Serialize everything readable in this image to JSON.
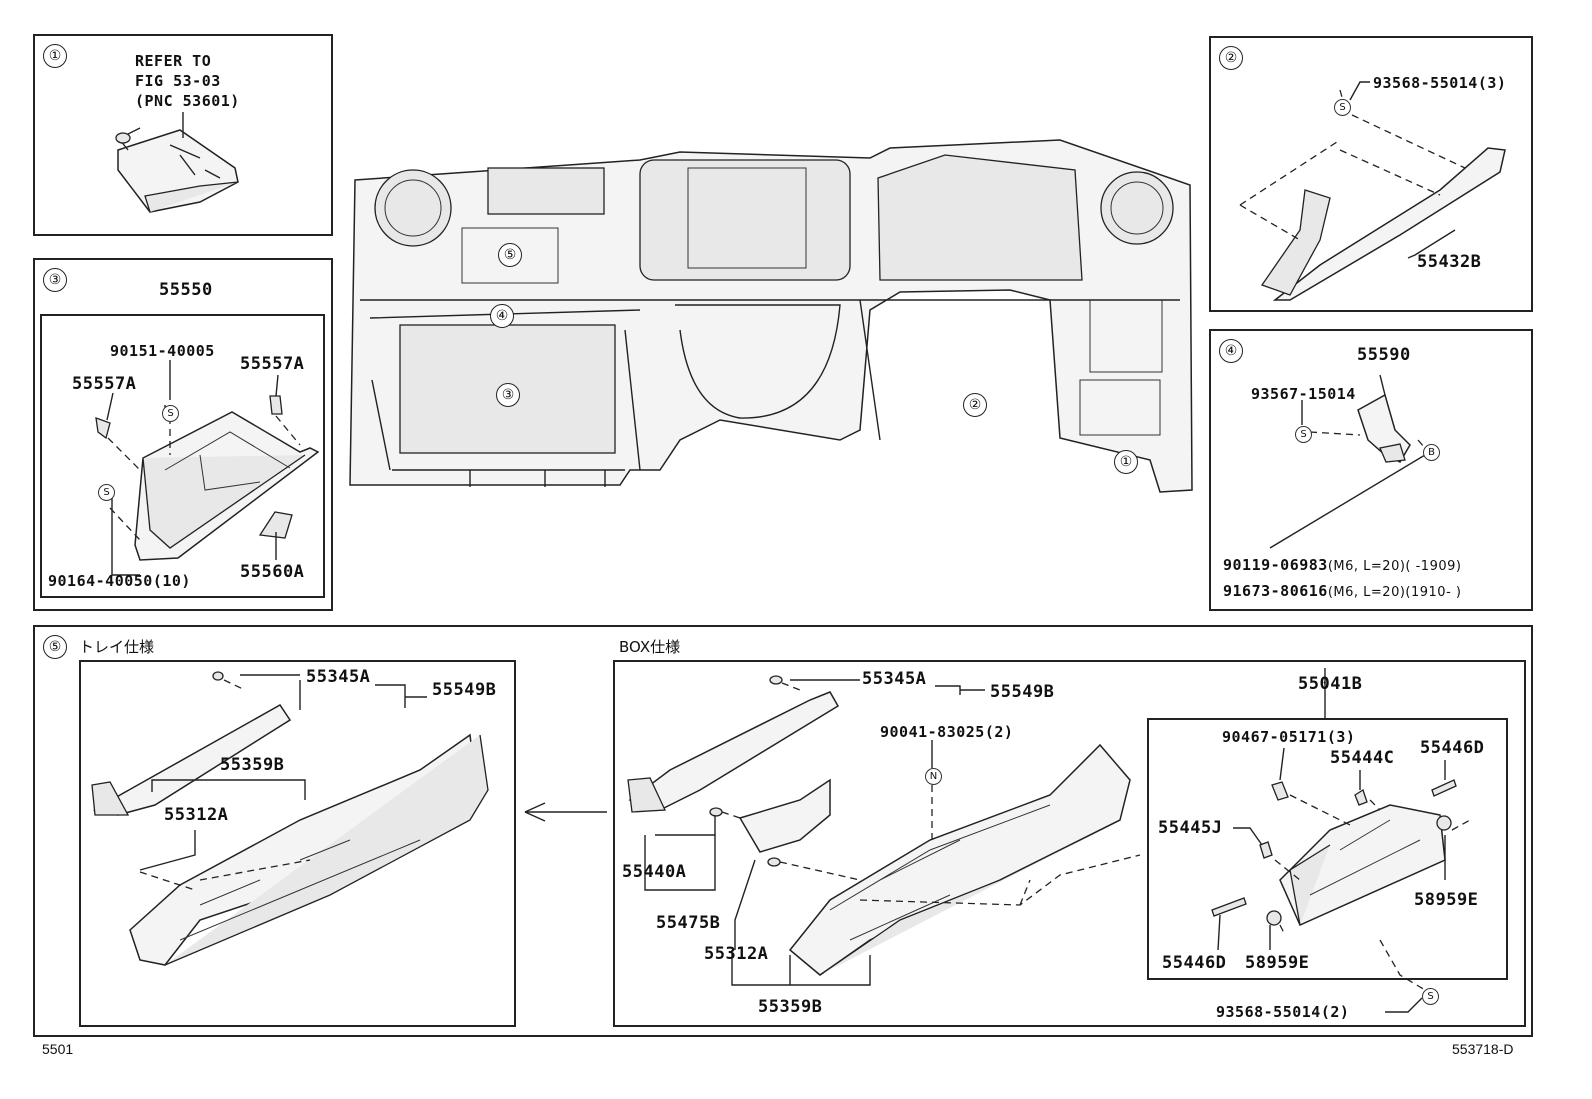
{
  "panel1": {
    "marker": "①",
    "refer": [
      "REFER TO",
      "FIG 53-03",
      "(PNC 53601)"
    ]
  },
  "panel2": {
    "marker": "②",
    "screw_label": "93568-55014(3)",
    "s_sym": "S",
    "part": "55432B"
  },
  "panel3": {
    "marker": "③",
    "assembly": "55550",
    "clip_top": "90151-40005",
    "clip_left": "55557A",
    "clip_right": "55557A",
    "clip_bottom": "90164-40050(10)",
    "latch": "55560A",
    "s_sym": "S"
  },
  "panel4": {
    "marker": "④",
    "part": "55590",
    "screw": "93567-15014",
    "s_sym": "S",
    "b_sym": "B",
    "bolt1_no": "90119-06983",
    "bolt1_spec": "(M6, L=20)(      -1909)",
    "bolt2_no": "91673-80616",
    "bolt2_spec": "(M6, L=20)(1910-      )"
  },
  "main": {
    "areas": [
      "⑤",
      "④",
      "③",
      "②",
      "①"
    ]
  },
  "panel5": {
    "marker": "⑤",
    "tray_title": "トレイ仕様",
    "box_title": "BOX仕様",
    "tray": {
      "clip": "55345A",
      "garnish": "55549B",
      "bracket": "55359B",
      "clip2": "55312A"
    },
    "box": {
      "clip": "55345A",
      "garnish": "55549B",
      "screw": "90041-83025(2)",
      "n_sym": "N",
      "ring": "55440A",
      "pad": "55475B",
      "clip2": "55312A",
      "bracket": "55359B",
      "assembly": "55041B",
      "clip3": "90467-05171(3)",
      "damper": "55444C",
      "pin": "55446D",
      "spring": "55445J",
      "pin2": "55446D",
      "cushion": "58959E",
      "cushion2": "58959E",
      "screw2": "93568-55014(2)",
      "s_sym": "S"
    }
  },
  "footer": {
    "left": "5501",
    "right": "553718-D"
  }
}
